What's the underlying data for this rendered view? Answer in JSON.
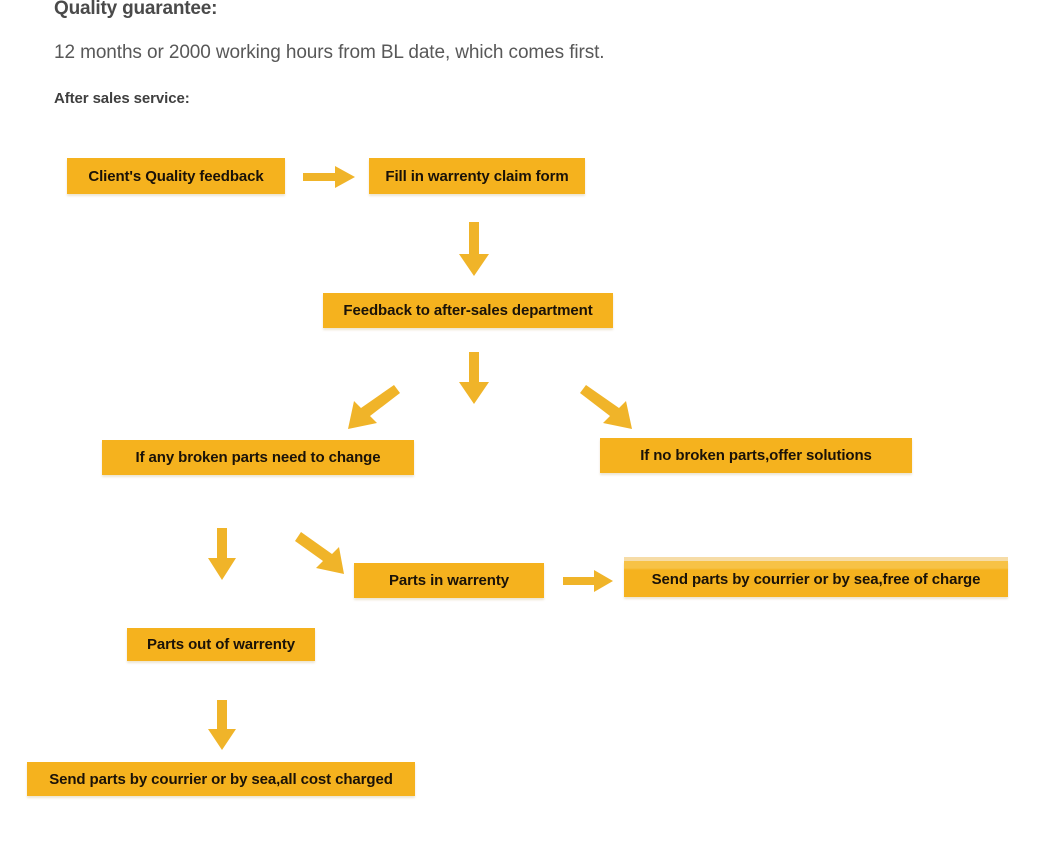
{
  "header": {
    "title": "Quality guarantee:",
    "guarantee_text": "12 months or 2000 working hours from BL date, which comes first.",
    "subtitle": "After sales service:"
  },
  "colors": {
    "box_fill": "#F5B21E",
    "box_fill_light": "#F7C246",
    "arrow": "#F0B429",
    "box_text": "#1A1208",
    "title_text": "#4A4A4A",
    "body_text": "#585858"
  },
  "flowchart": {
    "title": "After sales service flow",
    "nodes": [
      {
        "id": "n1",
        "label": "Client's Quality feedback"
      },
      {
        "id": "n2",
        "label": "Fill in warrenty claim form"
      },
      {
        "id": "n3",
        "label": "Feedback to after-sales department"
      },
      {
        "id": "n4",
        "label": "If any broken parts need to change"
      },
      {
        "id": "n5",
        "label": "If no broken parts,offer solutions"
      },
      {
        "id": "n6",
        "label": "Parts in warrenty"
      },
      {
        "id": "n7",
        "label": "Send parts by courrier or by sea,free of charge"
      },
      {
        "id": "n8",
        "label": "Parts out of warrenty"
      },
      {
        "id": "n9",
        "label": "Send parts by courrier or by sea,all cost charged"
      }
    ],
    "arrows": [
      {
        "id": "a1",
        "direction": "right",
        "from": "n1",
        "to": "n2"
      },
      {
        "id": "a2",
        "direction": "down",
        "from": "n2",
        "to": "n3"
      },
      {
        "id": "a3",
        "direction": "down",
        "from": "n3",
        "to": "n3-split"
      },
      {
        "id": "a4",
        "direction": "down-left",
        "from": "n3",
        "to": "n4"
      },
      {
        "id": "a5",
        "direction": "down-right",
        "from": "n3",
        "to": "n5"
      },
      {
        "id": "a6",
        "direction": "down",
        "from": "n4",
        "to": "n8"
      },
      {
        "id": "a7",
        "direction": "down-right",
        "from": "n4",
        "to": "n6"
      },
      {
        "id": "a8",
        "direction": "right",
        "from": "n6",
        "to": "n7"
      },
      {
        "id": "a9",
        "direction": "down",
        "from": "n8",
        "to": "n9"
      }
    ]
  }
}
